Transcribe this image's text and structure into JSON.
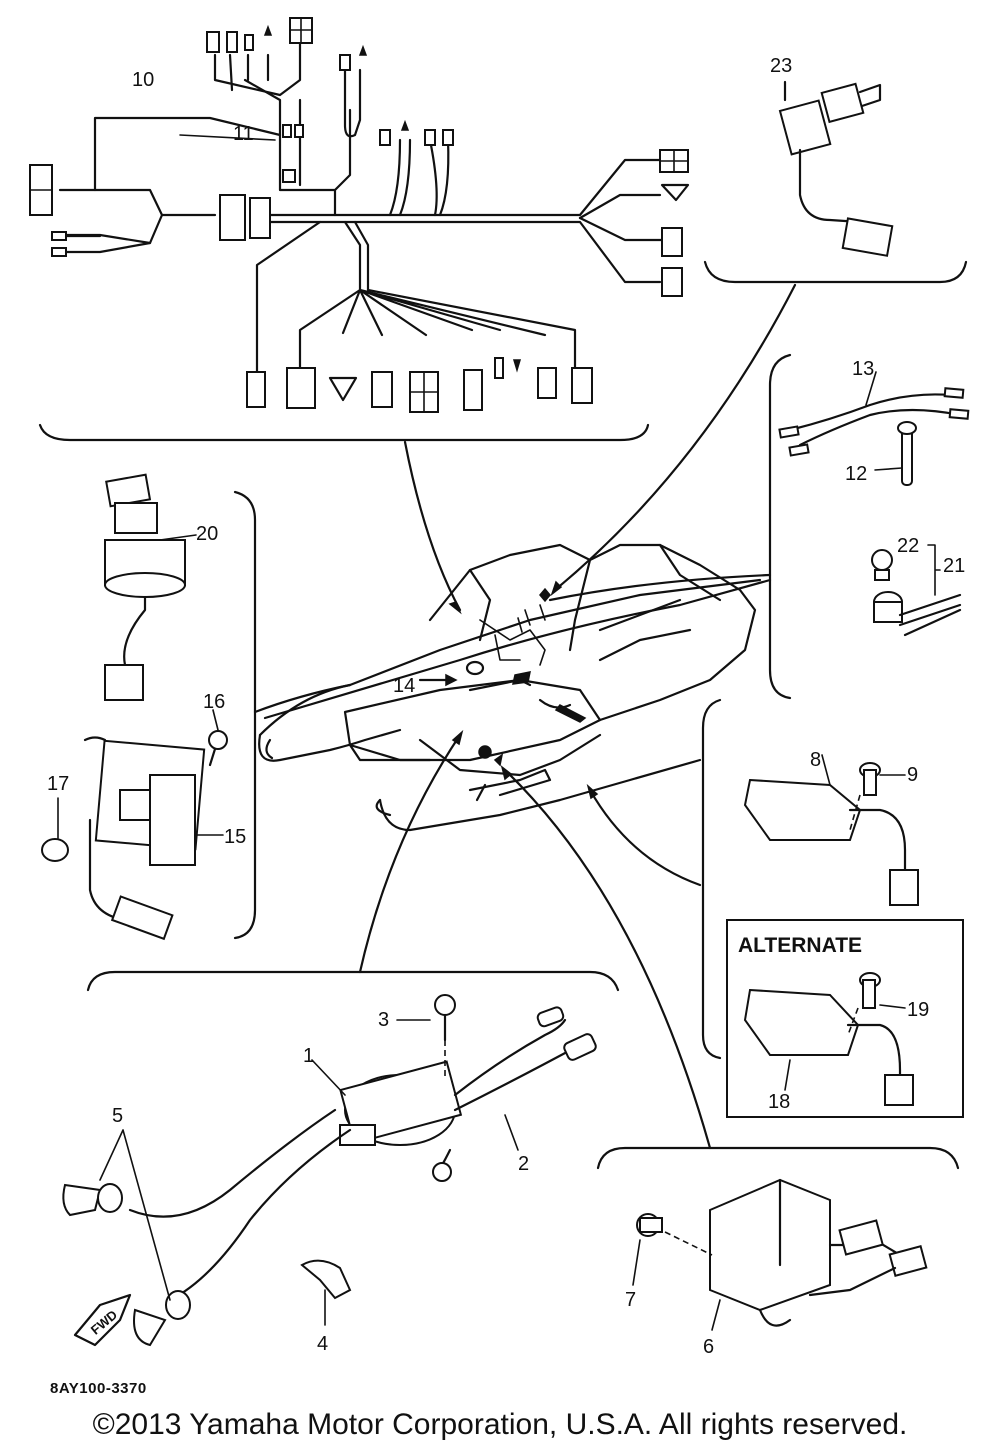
{
  "diagram": {
    "document_code": "8AY100-3370",
    "copyright": "©2013 Yamaha Motor Corporation, U.S.A. All rights reserved.",
    "alternate_label": "ALTERNATE",
    "fwd_label": "FWD",
    "callouts": [
      "1",
      "2",
      "3",
      "4",
      "5",
      "6",
      "7",
      "8",
      "9",
      "10",
      "11",
      "12",
      "13",
      "14",
      "15",
      "16",
      "17",
      "18",
      "19",
      "20",
      "21",
      "22",
      "23"
    ]
  }
}
